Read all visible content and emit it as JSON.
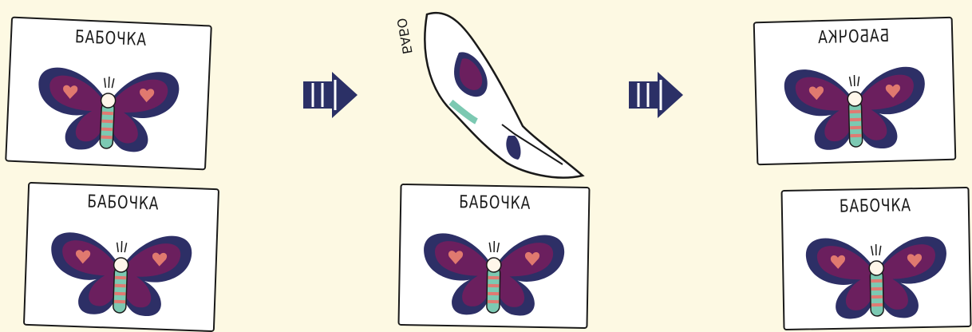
{
  "cards": {
    "label": "БАБОЧКА",
    "mirrored_label": "БАБОЧКА",
    "peel_label": "БАБО"
  },
  "colors": {
    "background": "#fdf9e3",
    "wing_outer": "#2d2f66",
    "wing_inner": "#6b1f5e",
    "heart": "#e0796f",
    "body_stripe_a": "#7cc9b2",
    "body_stripe_b": "#e07a72",
    "arrow": "#2b3066"
  },
  "icons": [
    "arrow-right-icon",
    "arrow-right-icon"
  ]
}
